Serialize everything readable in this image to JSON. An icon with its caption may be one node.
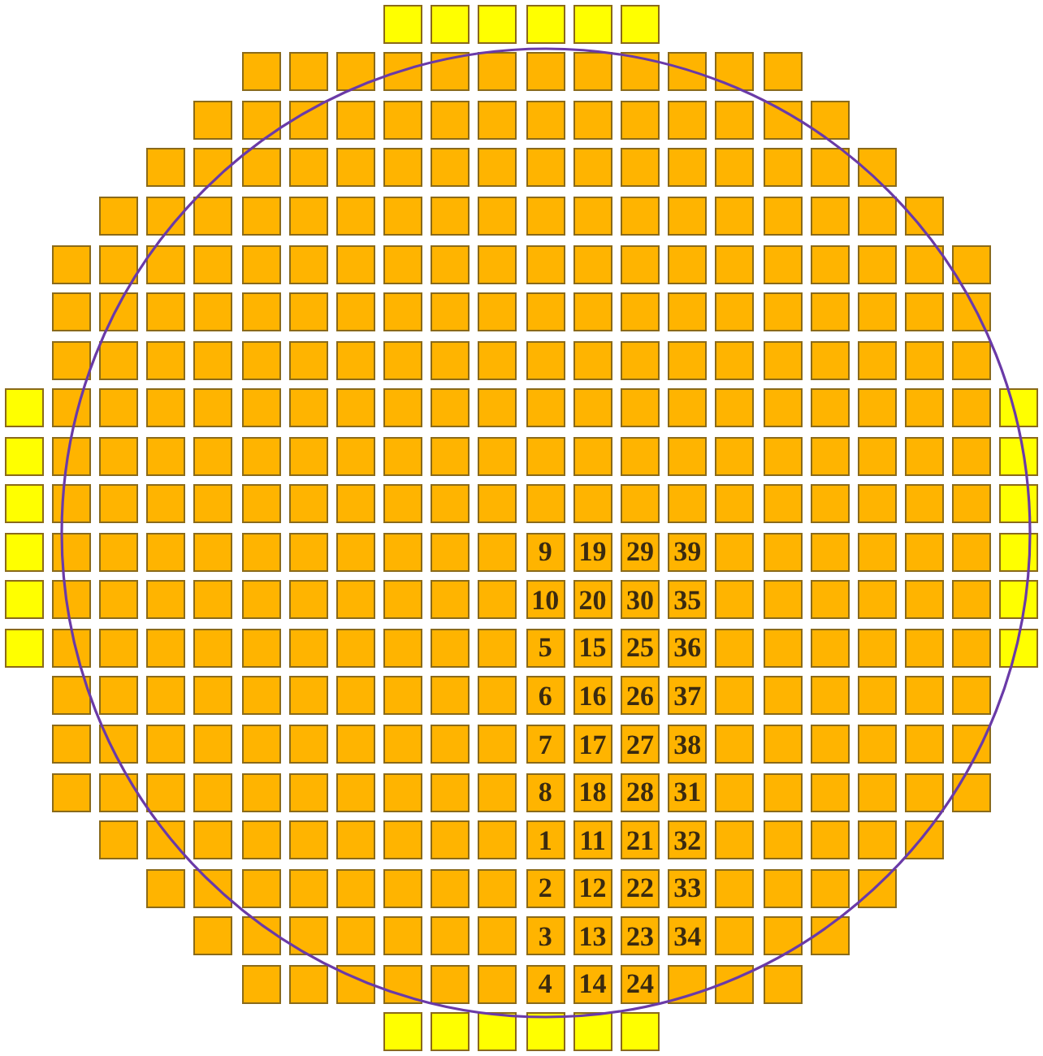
{
  "diagram": {
    "nodes": [
      {
        "text": [],
        "shape": "box"
      },
      {
        "text": [],
        "shape": "box"
      },
      {
        "text": [],
        "shape": "box"
      },
      {
        "text": [],
        "shape": "box"
      },
      {
        "text": [],
        "shape": "box"
      },
      {
        "text": [],
        "shape": "box"
      },
      {
        "text": [],
        "shape": "box"
      },
      {
        "text": [],
        "shape": "box"
      },
      {
        "text": [],
        "shape": "box"
      },
      {
        "text": [],
        "shape": "box"
      },
      {
        "text": [],
        "shape": "box"
      },
      {
        "text": [],
        "shape": "box"
      },
      {
        "text": [],
        "shape": "box"
      },
      {
        "text": [],
        "shape": "box"
      },
      {
        "text": [],
        "shape": "box"
      },
      {
        "text": [],
        "shape": "box"
      },
      {
        "text": [],
        "shape": "box"
      },
      {
        "text": [],
        "shape": "box"
      },
      {
        "text": [],
        "shape": "box"
      },
      {
        "text": [],
        "shape": "box"
      },
      {
        "text": [],
        "shape": "box"
      },
      {
        "text": [],
        "shape": "box"
      },
      {
        "text": [],
        "shape": "box"
      },
      {
        "text": [],
        "shape": "box"
      },
      {
        "text": [],
        "shape": "box"
      },
      {
        "text": [],
        "shape": "box"
      },
      {
        "text": [],
        "shape": "box"
      },
      {
        "text": [],
        "shape": "box"
      },
      {
        "text": [],
        "shape": "box"
      },
      {
        "text": [],
        "shape": "box"
      },
      {
        "text": [],
        "shape": "box"
      },
      {
        "text": [],
        "shape": "box"
      },
      {
        "text": [],
        "shape": "box"
      },
      {
        "text": [],
        "shape": "box"
      },
      {
        "text": [],
        "shape": "box"
      },
      {
        "text": [],
        "shape": "box"
      },
      {
        "text": [],
        "shape": "box"
      },
      {
        "text": [],
        "shape": "box"
      },
      {
        "text": [],
        "shape": "box"
      },
      {
        "text": [],
        "shape": "box"
      },
      {
        "text": [],
        "shape": "box"
      },
      {
        "text": [],
        "shape": "box"
      },
      {
        "text": [],
        "shape": "box"
      },
      {
        "text": [],
        "shape": "box"
      },
      {
        "text": [],
        "shape": "box"
      },
      {
        "text": [],
        "shape": "box"
      },
      {
        "text": [],
        "shape": "box"
      },
      {
        "text": [],
        "shape": "box"
      },
      {
        "text": [],
        "shape": "box"
      },
      {
        "text": [],
        "shape": "box"
      },
      {
        "text": [],
        "shape": "box"
      },
      {
        "text": [],
        "shape": "box"
      },
      {
        "text": [],
        "shape": "box"
      },
      {
        "text": [],
        "shape": "box"
      },
      {
        "text": [],
        "shape": "box"
      },
      {
        "text": [],
        "shape": "box"
      },
      {
        "text": [],
        "shape": "box"
      },
      {
        "text": [],
        "shape": "box"
      },
      {
        "text": [],
        "shape": "box"
      },
      {
        "text": [],
        "shape": "box"
      },
      {
        "text": [],
        "shape": "box"
      },
      {
        "text": [],
        "shape": "box"
      },
      {
        "text": [],
        "shape": "box"
      },
      {
        "text": [],
        "shape": "box"
      },
      {
        "text": [],
        "shape": "box"
      },
      {
        "text": [],
        "shape": "box"
      },
      {
        "text": [],
        "shape": "box"
      },
      {
        "text": [],
        "shape": "box"
      },
      {
        "text": [],
        "shape": "box"
      },
      {
        "text": [],
        "shape": "box"
      },
      {
        "text": [],
        "shape": "box"
      },
      {
        "text": [],
        "shape": "box"
      },
      {
        "text": [],
        "shape": "box"
      },
      {
        "text": [],
        "shape": "box"
      },
      {
        "text": [],
        "shape": "box"
      },
      {
        "text": [],
        "shape": "box"
      },
      {
        "text": [],
        "shape": "box"
      },
      {
        "text": [],
        "shape": "box"
      },
      {
        "text": [],
        "shape": "box"
      },
      {
        "text": [],
        "shape": "box"
      },
      {
        "text": [],
        "shape": "box"
      },
      {
        "text": [],
        "shape": "box"
      },
      {
        "text": [],
        "shape": "box"
      },
      {
        "text": [],
        "shape": "box"
      },
      {
        "text": [],
        "shape": "box"
      },
      {
        "text": [],
        "shape": "box"
      },
      {
        "text": [],
        "shape": "box"
      },
      {
        "text": [],
        "shape": "box"
      },
      {
        "text": [],
        "shape": "box"
      },
      {
        "text": [],
        "shape": "box"
      },
      {
        "text": [],
        "shape": "box"
      },
      {
        "text": [],
        "shape": "box"
      },
      {
        "text": [],
        "shape": "box"
      },
      {
        "text": [],
        "shape": "box"
      },
      {
        "text": [],
        "shape": "box"
      },
      {
        "text": [],
        "shape": "box"
      },
      {
        "text": [],
        "shape": "box"
      },
      {
        "text": [],
        "shape": "box"
      },
      {
        "text": [],
        "shape": "box"
      },
      {
        "text": [],
        "shape": "box"
      },
      {
        "text": [],
        "shape": "box"
      },
      {
        "text": [],
        "shape": "box"
      },
      {
        "text": [],
        "shape": "box"
      },
      {
        "text": [],
        "shape": "box"
      },
      {
        "text": [],
        "shape": "box"
      },
      {
        "text": [],
        "shape": "box"
      },
      {
        "text": [],
        "shape": "box"
      },
      {
        "text": [],
        "shape": "box"
      },
      {
        "text": [],
        "shape": "box"
      },
      {
        "text": [],
        "shape": "box"
      },
      {
        "text": [],
        "shape": "box"
      },
      {
        "text": [],
        "shape": "box"
      },
      {
        "text": [],
        "shape": "box"
      },
      {
        "text": [],
        "shape": "box"
      },
      {
        "text": [],
        "shape": "box"
      },
      {
        "text": [],
        "shape": "box"
      },
      {
        "text": [],
        "shape": "box"
      },
      {
        "text": [],
        "shape": "box"
      },
      {
        "text": [],
        "shape": "box"
      },
      {
        "text": [],
        "shape": "box"
      },
      {
        "text": [],
        "shape": "box"
      },
      {
        "text": [],
        "shape": "box"
      },
      {
        "text": [],
        "shape": "box"
      },
      {
        "text": [],
        "shape": "box"
      },
      {
        "text": [],
        "shape": "box"
      },
      {
        "text": [],
        "shape": "box"
      },
      {
        "text": [],
        "shape": "box"
      },
      {
        "text": [],
        "shape": "box"
      },
      {
        "text": [],
        "shape": "box"
      },
      {
        "text": [],
        "shape": "box"
      },
      {
        "text": [],
        "shape": "box"
      },
      {
        "text": [],
        "shape": "box"
      },
      {
        "text": [],
        "shape": "box"
      },
      {
        "text": [],
        "shape": "box"
      },
      {
        "text": [],
        "shape": "box"
      },
      {
        "text": [],
        "shape": "box"
      },
      {
        "text": [],
        "shape": "box"
      },
      {
        "text": [],
        "shape": "box"
      },
      {
        "text": [],
        "shape": "box"
      },
      {
        "text": [],
        "shape": "box"
      },
      {
        "text": [],
        "shape": "box"
      },
      {
        "text": [],
        "shape": "box"
      },
      {
        "text": [],
        "shape": "box"
      },
      {
        "text": [],
        "shape": "box"
      },
      {
        "text": [],
        "shape": "box"
      },
      {
        "text": [],
        "shape": "box"
      },
      {
        "text": [],
        "shape": "box"
      },
      {
        "text": [],
        "shape": "box"
      },
      {
        "text": [],
        "shape": "box"
      },
      {
        "text": [],
        "shape": "box"
      },
      {
        "text": [],
        "shape": "box"
      },
      {
        "text": [],
        "shape": "box"
      },
      {
        "text": [],
        "shape": "box"
      },
      {
        "text": [],
        "shape": "box"
      },
      {
        "text": [],
        "shape": "box"
      },
      {
        "text": [],
        "shape": "box"
      },
      {
        "text": [],
        "shape": "box"
      },
      {
        "text": [],
        "shape": "box"
      },
      {
        "text": [],
        "shape": "box"
      },
      {
        "text": [],
        "shape": "box"
      },
      {
        "text": [],
        "shape": "box"
      },
      {
        "text": [],
        "shape": "box"
      },
      {
        "text": [],
        "shape": "box"
      },
      {
        "text": [],
        "shape": "box"
      },
      {
        "text": [],
        "shape": "box"
      },
      {
        "text": [],
        "shape": "box"
      },
      {
        "text": [],
        "shape": "box"
      },
      {
        "text": [],
        "shape": "box"
      },
      {
        "text": [],
        "shape": "box"
      },
      {
        "text": [],
        "shape": "box"
      },
      {
        "text": [],
        "shape": "box"
      },
      {
        "text": [],
        "shape": "box"
      },
      {
        "text": [],
        "shape": "box"
      },
      {
        "text": [],
        "shape": "box"
      },
      {
        "text": [],
        "shape": "box"
      },
      {
        "text": [],
        "shape": "box"
      },
      {
        "text": [],
        "shape": "box"
      },
      {
        "text": [],
        "shape": "box"
      },
      {
        "text": [],
        "shape": "box"
      },
      {
        "text": [],
        "shape": "box"
      },
      {
        "text": [],
        "shape": "box"
      },
      {
        "text": [],
        "shape": "box"
      },
      {
        "text": [],
        "shape": "box"
      },
      {
        "text": [],
        "shape": "box"
      },
      {
        "text": [],
        "shape": "box"
      },
      {
        "text": [],
        "shape": "box"
      },
      {
        "text": [],
        "shape": "box"
      },
      {
        "text": [],
        "shape": "box"
      },
      {
        "text": [],
        "shape": "box"
      },
      {
        "text": [],
        "shape": "box"
      },
      {
        "text": [],
        "shape": "box"
      },
      {
        "text": [],
        "shape": "box"
      },
      {
        "text": [],
        "shape": "box"
      },
      {
        "text": [],
        "shape": "box"
      },
      {
        "text": [],
        "shape": "box"
      },
      {
        "text": [],
        "shape": "box"
      },
      {
        "text": [],
        "shape": "box"
      },
      {
        "text": [],
        "shape": "box"
      },
      {
        "text": [],
        "shape": "box"
      },
      {
        "text": [],
        "shape": "box"
      },
      {
        "text": [],
        "shape": "box"
      },
      {
        "text": [],
        "shape": "box"
      },
      {
        "text": [],
        "shape": "box"
      },
      {
        "text": [
          "9"
        ]
      },
      {
        "text": [
          "19"
        ]
      },
      {
        "text": [
          "29"
        ]
      },
      {
        "text": [
          "39"
        ]
      },
      {
        "text": [],
        "shape": "box"
      },
      {
        "text": [],
        "shape": "box"
      },
      {
        "text": [],
        "shape": "box"
      },
      {
        "text": [],
        "shape": "box"
      },
      {
        "text": [],
        "shape": "box"
      },
      {
        "text": [],
        "shape": "box"
      },
      {
        "text": [],
        "shape": "box"
      },
      {
        "text": [],
        "shape": "box"
      },
      {
        "text": [],
        "shape": "box"
      },
      {
        "text": [],
        "shape": "box"
      },
      {
        "text": [],
        "shape": "box"
      },
      {
        "text": [],
        "shape": "box"
      },
      {
        "text": [],
        "shape": "box"
      },
      {
        "text": [],
        "shape": "box"
      },
      {
        "text": [],
        "shape": "box"
      },
      {
        "text": [],
        "shape": "box"
      },
      {
        "text": [],
        "shape": "box"
      },
      {
        "text": [],
        "shape": "box"
      },
      {
        "text": [
          "10"
        ]
      },
      {
        "text": [
          "20"
        ]
      },
      {
        "text": [
          "30"
        ]
      },
      {
        "text": [
          "35"
        ]
      },
      {
        "text": [],
        "shape": "box"
      },
      {
        "text": [],
        "shape": "box"
      },
      {
        "text": [],
        "shape": "box"
      },
      {
        "text": [],
        "shape": "box"
      },
      {
        "text": [],
        "shape": "box"
      },
      {
        "text": [],
        "shape": "box"
      },
      {
        "text": [],
        "shape": "box"
      },
      {
        "text": [],
        "shape": "box"
      },
      {
        "text": [],
        "shape": "box"
      },
      {
        "text": [],
        "shape": "box"
      },
      {
        "text": [],
        "shape": "box"
      },
      {
        "text": [],
        "shape": "box"
      },
      {
        "text": [],
        "shape": "box"
      },
      {
        "text": [],
        "shape": "box"
      },
      {
        "text": [],
        "shape": "box"
      },
      {
        "text": [],
        "shape": "box"
      },
      {
        "text": [],
        "shape": "box"
      },
      {
        "text": [],
        "shape": "box"
      },
      {
        "text": [
          "5"
        ]
      },
      {
        "text": [
          "15"
        ]
      },
      {
        "text": [
          "25"
        ]
      },
      {
        "text": [
          "36"
        ]
      },
      {
        "text": [],
        "shape": "box"
      },
      {
        "text": [],
        "shape": "box"
      },
      {
        "text": [],
        "shape": "box"
      },
      {
        "text": [],
        "shape": "box"
      },
      {
        "text": [],
        "shape": "box"
      },
      {
        "text": [],
        "shape": "box"
      },
      {
        "text": [],
        "shape": "box"
      },
      {
        "text": [],
        "shape": "box"
      },
      {
        "text": [],
        "shape": "box"
      },
      {
        "text": [],
        "shape": "box"
      },
      {
        "text": [],
        "shape": "box"
      },
      {
        "text": [],
        "shape": "box"
      },
      {
        "text": [],
        "shape": "box"
      },
      {
        "text": [],
        "shape": "box"
      },
      {
        "text": [],
        "shape": "box"
      },
      {
        "text": [],
        "shape": "box"
      },
      {
        "text": [],
        "shape": "box"
      },
      {
        "text": [
          "6"
        ]
      },
      {
        "text": [
          "16"
        ]
      },
      {
        "text": [
          "26"
        ]
      },
      {
        "text": [
          "37"
        ]
      },
      {
        "text": [],
        "shape": "box"
      },
      {
        "text": [],
        "shape": "box"
      },
      {
        "text": [],
        "shape": "box"
      },
      {
        "text": [],
        "shape": "box"
      },
      {
        "text": [],
        "shape": "box"
      },
      {
        "text": [],
        "shape": "box"
      },
      {
        "text": [],
        "shape": "box"
      },
      {
        "text": [],
        "shape": "box"
      },
      {
        "text": [],
        "shape": "box"
      },
      {
        "text": [],
        "shape": "box"
      },
      {
        "text": [],
        "shape": "box"
      },
      {
        "text": [],
        "shape": "box"
      },
      {
        "text": [],
        "shape": "box"
      },
      {
        "text": [],
        "shape": "box"
      },
      {
        "text": [],
        "shape": "box"
      },
      {
        "text": [],
        "shape": "box"
      },
      {
        "text": [
          "7"
        ]
      },
      {
        "text": [
          "17"
        ]
      },
      {
        "text": [
          "27"
        ]
      },
      {
        "text": [
          "38"
        ]
      },
      {
        "text": [],
        "shape": "box"
      },
      {
        "text": [],
        "shape": "box"
      },
      {
        "text": [],
        "shape": "box"
      },
      {
        "text": [],
        "shape": "box"
      },
      {
        "text": [],
        "shape": "box"
      },
      {
        "text": [],
        "shape": "box"
      },
      {
        "text": [],
        "shape": "box"
      },
      {
        "text": [],
        "shape": "box"
      },
      {
        "text": [],
        "shape": "box"
      },
      {
        "text": [],
        "shape": "box"
      },
      {
        "text": [],
        "shape": "box"
      },
      {
        "text": [],
        "shape": "box"
      },
      {
        "text": [],
        "shape": "box"
      },
      {
        "text": [],
        "shape": "box"
      },
      {
        "text": [],
        "shape": "box"
      },
      {
        "text": [],
        "shape": "box"
      },
      {
        "text": [
          "8"
        ]
      },
      {
        "text": [
          "18"
        ]
      },
      {
        "text": [
          "28"
        ]
      },
      {
        "text": [
          "31"
        ]
      },
      {
        "text": [],
        "shape": "box"
      },
      {
        "text": [],
        "shape": "box"
      },
      {
        "text": [],
        "shape": "box"
      },
      {
        "text": [],
        "shape": "box"
      },
      {
        "text": [],
        "shape": "box"
      },
      {
        "text": [],
        "shape": "box"
      },
      {
        "text": [],
        "shape": "box"
      },
      {
        "text": [],
        "shape": "box"
      },
      {
        "text": [],
        "shape": "box"
      },
      {
        "text": [],
        "shape": "box"
      },
      {
        "text": [],
        "shape": "box"
      },
      {
        "text": [],
        "shape": "box"
      },
      {
        "text": [],
        "shape": "box"
      },
      {
        "text": [],
        "shape": "box"
      },
      {
        "text": [],
        "shape": "box"
      },
      {
        "text": [
          "1"
        ]
      },
      {
        "text": [
          "11"
        ]
      },
      {
        "text": [
          "21"
        ]
      },
      {
        "text": [
          "32"
        ]
      },
      {
        "text": [],
        "shape": "box"
      },
      {
        "text": [],
        "shape": "box"
      },
      {
        "text": [],
        "shape": "box"
      },
      {
        "text": [],
        "shape": "box"
      },
      {
        "text": [],
        "shape": "box"
      },
      {
        "text": [],
        "shape": "box"
      },
      {
        "text": [],
        "shape": "box"
      },
      {
        "text": [],
        "shape": "box"
      },
      {
        "text": [],
        "shape": "box"
      },
      {
        "text": [],
        "shape": "box"
      },
      {
        "text": [],
        "shape": "box"
      },
      {
        "text": [],
        "shape": "box"
      },
      {
        "text": [],
        "shape": "box"
      },
      {
        "text": [
          "2"
        ]
      },
      {
        "text": [
          "12"
        ]
      },
      {
        "text": [
          "22"
        ]
      },
      {
        "text": [
          "33"
        ]
      },
      {
        "text": [],
        "shape": "box"
      },
      {
        "text": [],
        "shape": "box"
      },
      {
        "text": [],
        "shape": "box"
      },
      {
        "text": [],
        "shape": "box"
      },
      {
        "text": [],
        "shape": "box"
      },
      {
        "text": [],
        "shape": "box"
      },
      {
        "text": [],
        "shape": "box"
      },
      {
        "text": [],
        "shape": "box"
      },
      {
        "text": [],
        "shape": "box"
      },
      {
        "text": [],
        "shape": "box"
      },
      {
        "text": [],
        "shape": "box"
      },
      {
        "text": [
          "3"
        ]
      },
      {
        "text": [
          "13"
        ]
      },
      {
        "text": [
          "23"
        ]
      },
      {
        "text": [
          "34"
        ]
      },
      {
        "text": [],
        "shape": "box"
      },
      {
        "text": [],
        "shape": "box"
      },
      {
        "text": [],
        "shape": "box"
      },
      {
        "text": [],
        "shape": "box"
      },
      {
        "text": [],
        "shape": "box"
      },
      {
        "text": [],
        "shape": "box"
      },
      {
        "text": [],
        "shape": "box"
      },
      {
        "text": [],
        "shape": "box"
      },
      {
        "text": [],
        "shape": "box"
      },
      {
        "text": [
          "4"
        ]
      },
      {
        "text": [
          "14"
        ]
      },
      {
        "text": [
          "24"
        ]
      },
      {
        "text": [],
        "shape": "box"
      },
      {
        "text": [],
        "shape": "box"
      },
      {
        "text": [],
        "shape": "box"
      },
      {
        "text": [],
        "shape": "box"
      },
      {
        "text": [],
        "shape": "box"
      },
      {
        "text": [],
        "shape": "box"
      },
      {
        "text": [],
        "shape": "box"
      },
      {
        "text": [],
        "shape": "box"
      },
      {
        "text": [],
        "shape": "box"
      }
    ]
  }
}
